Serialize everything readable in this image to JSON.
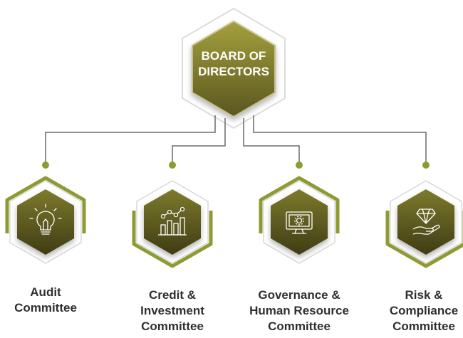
{
  "board": {
    "title": "BOARD OF\nDIRECTORS"
  },
  "committees": [
    {
      "label": "Audit\nCommittee",
      "icon": "lightbulb-icon"
    },
    {
      "label": "Credit &\nInvestment\nCommittee",
      "icon": "growth-chart-icon"
    },
    {
      "label": "Governance &\nHuman Resource\nCommittee",
      "icon": "monitor-gear-icon"
    },
    {
      "label": "Risk &\nCompliance\nCommittee",
      "icon": "diamond-hand-icon"
    }
  ],
  "colors": {
    "olive_light": "#9a9a3a",
    "olive_dark": "#4d4a1c",
    "olive_mid": "#6e6a2a",
    "connector": "#6b6b6b",
    "dot": "#8f9a33",
    "outline": "#d8d8d8"
  }
}
